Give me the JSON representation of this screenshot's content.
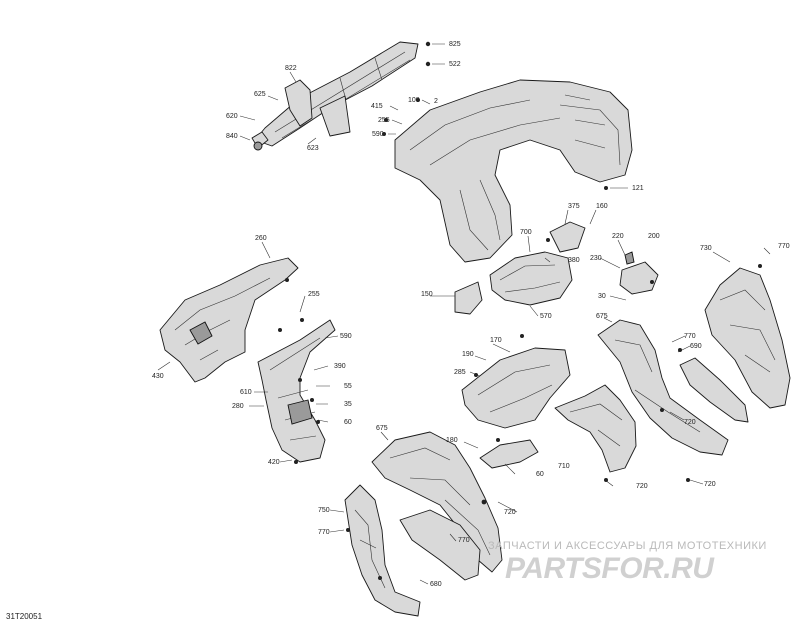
{
  "diagram": {
    "document_id": "31T20051",
    "labels": [
      "825",
      "822",
      "522",
      "625",
      "100",
      "2",
      "620",
      "415",
      "255",
      "590",
      "840",
      "623",
      "121",
      "260",
      "375",
      "160",
      "700",
      "220",
      "200",
      "770",
      "730",
      "380",
      "230",
      "255",
      "150",
      "570",
      "30",
      "590",
      "675",
      "770",
      "430",
      "390",
      "690",
      "610",
      "55",
      "190",
      "170",
      "280",
      "35",
      "285",
      "60",
      "720",
      "720",
      "675",
      "180",
      "420",
      "60",
      "710",
      "720",
      "750",
      "720",
      "770",
      "770",
      "680"
    ],
    "watermark": {
      "tagline": "ЗАПЧАСТИ И АКСЕССУАРЫ ДЛЯ МОТОТЕХНИКИ",
      "brand": "PARTSFOR.RU"
    },
    "colors": {
      "line": "#1a1a1a",
      "fill": "#d9d9d9",
      "watermark": "#c8c8c8"
    }
  }
}
